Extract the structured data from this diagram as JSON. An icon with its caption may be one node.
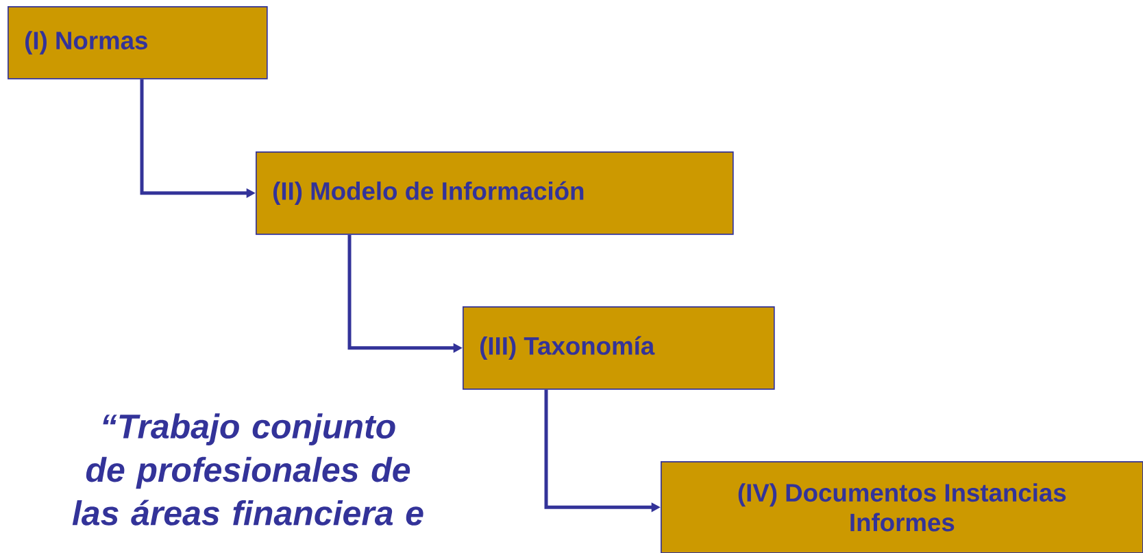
{
  "diagram": {
    "nodes": [
      {
        "text": [
          "(I) Normas"
        ]
      },
      {
        "text": [
          "(II) Modelo de Información"
        ]
      },
      {
        "text": [
          "(III) Taxonomía"
        ]
      },
      {
        "text": [
          "(IV) Documentos Instancias Informes"
        ]
      }
    ],
    "edges": [
      {
        "from": 0,
        "to": 1,
        "arrow": "to"
      },
      {
        "from": 1,
        "to": 2,
        "arrow": "to"
      },
      {
        "from": 2,
        "to": 3,
        "arrow": "to"
      }
    ],
    "labels": [
      "“Trabajo conjunto de profesionales de las áreas financiera e"
    ]
  }
}
